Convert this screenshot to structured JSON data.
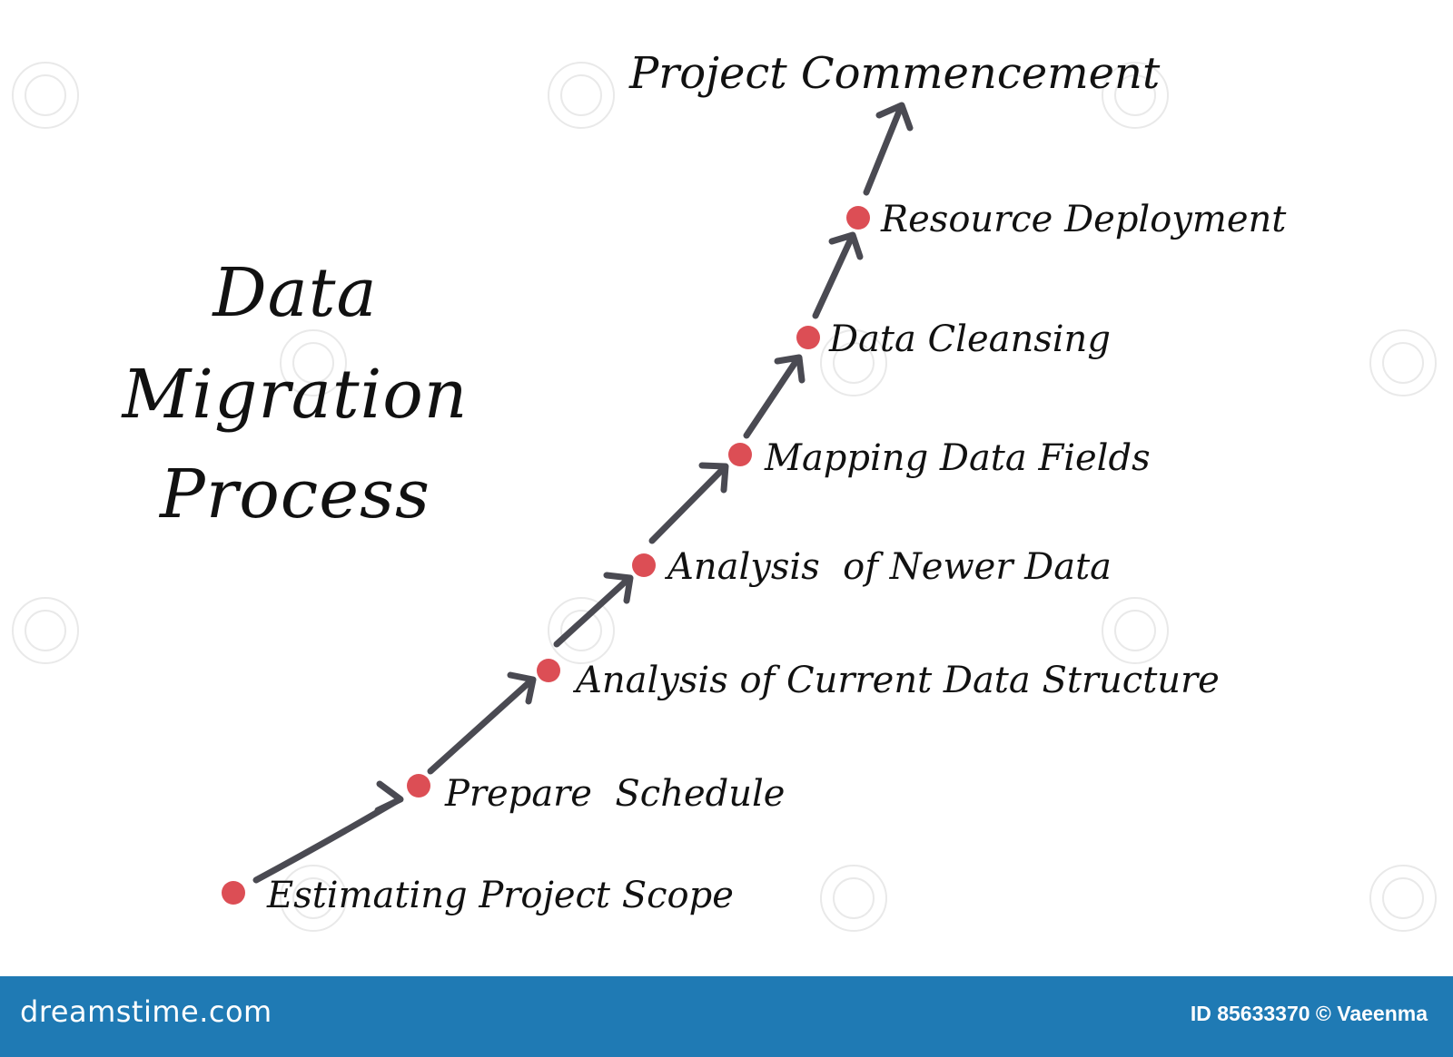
{
  "diagram": {
    "title_lines": [
      "Data",
      "Migration",
      "Process"
    ],
    "goal": "Project Commencement",
    "steps": [
      "Estimating Project Scope",
      "Prepare  Schedule",
      "Analysis of Current Data Structure",
      "Analysis  of Newer Data",
      "Mapping Data Fields",
      "Data Cleansing",
      "Resource Deployment"
    ],
    "colors": {
      "dot": "#dc4e55",
      "arrow": "#4a4a52",
      "text": "#111111",
      "footer": "#1f7ab4"
    }
  },
  "footer": {
    "logo": "dreamstime.com",
    "credit": "ID 85633370 © Vaeenma"
  }
}
